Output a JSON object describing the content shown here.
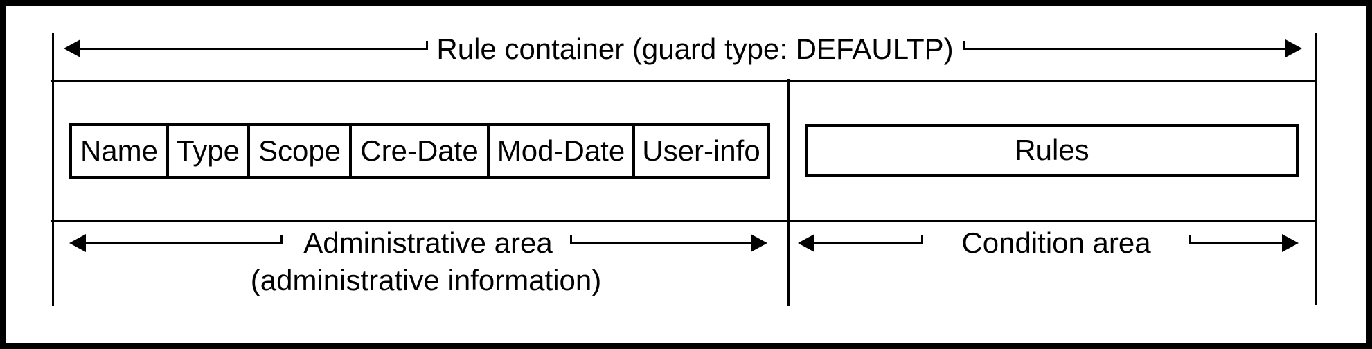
{
  "figure": {
    "title": "Rule container (guard type: DEFAULTP)",
    "admin_table": {
      "fields": [
        "Name",
        "Type",
        "Scope",
        "Cre-Date",
        "Mod-Date",
        "User-info"
      ]
    },
    "rules_box": {
      "label": "Rules"
    },
    "areas": {
      "administrative": {
        "label": "Administrative area",
        "sublabel": "(administrative information)"
      },
      "condition": {
        "label": "Condition area"
      }
    },
    "colors": {
      "line": "#000000",
      "text": "#000000",
      "background": "#ffffff"
    }
  }
}
